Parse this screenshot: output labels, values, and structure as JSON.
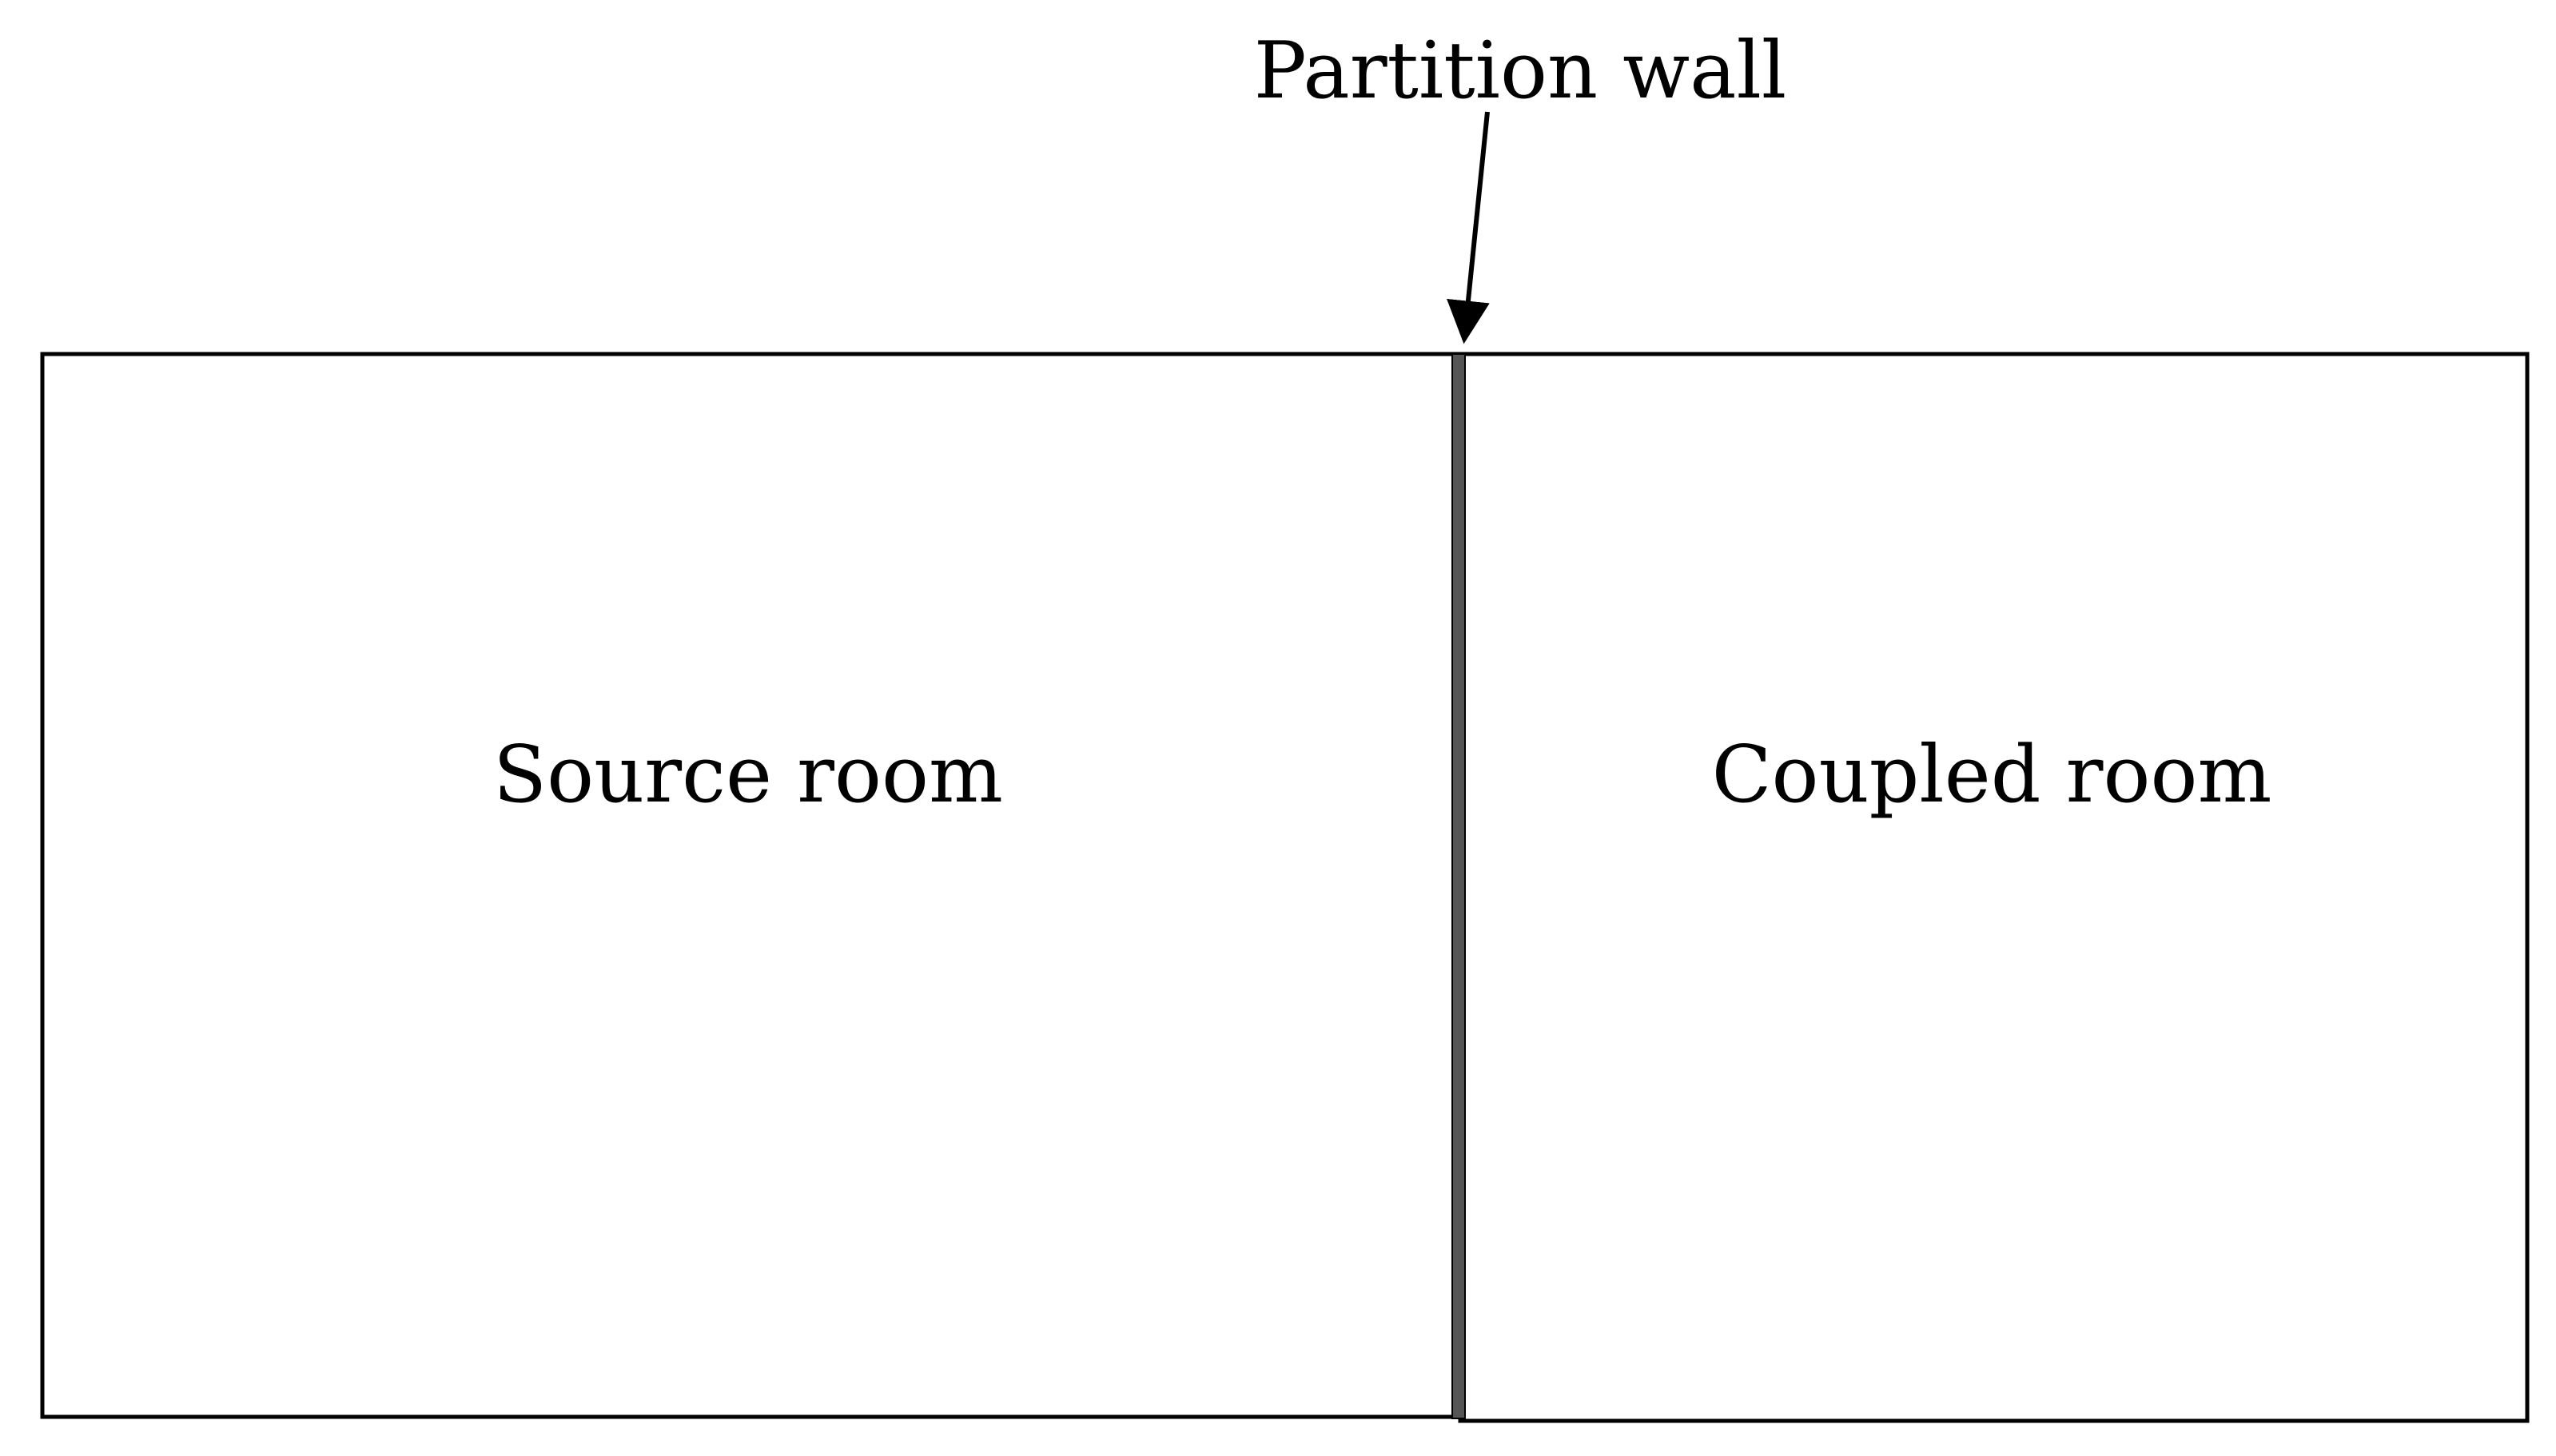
{
  "diagram": {
    "callout": {
      "label": "Partition wall"
    },
    "rooms": {
      "source": {
        "label": "Source room"
      },
      "coupled": {
        "label": "Coupled room"
      }
    },
    "colors": {
      "outline": "#000000",
      "partition_wall": "#555555",
      "background": "#ffffff"
    }
  }
}
